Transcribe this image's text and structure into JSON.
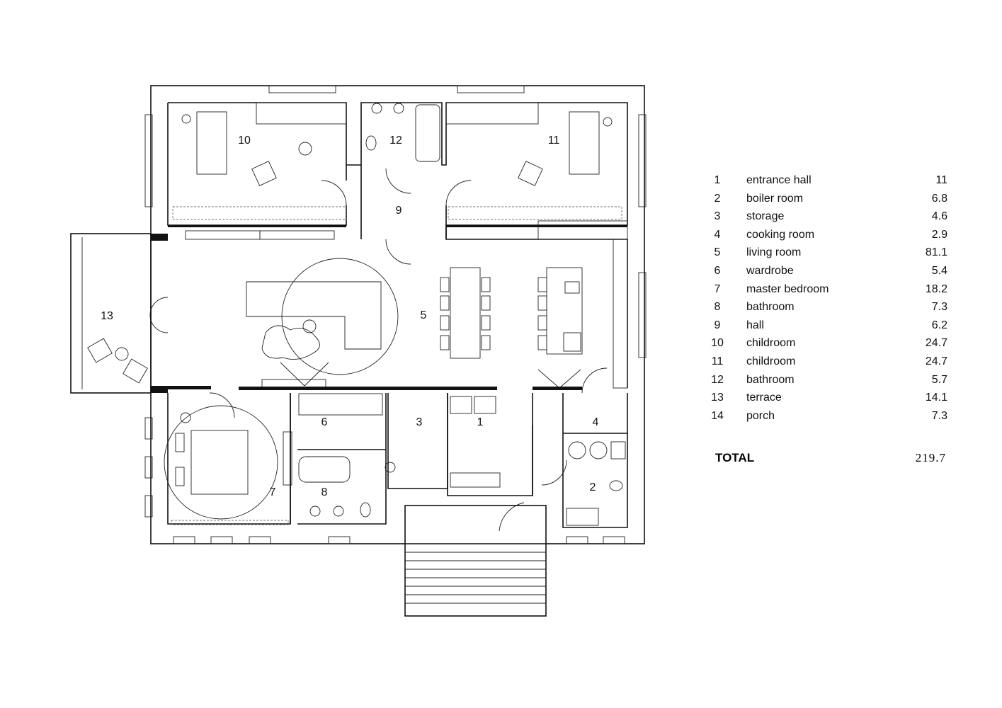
{
  "plan": {
    "labels": {
      "r1": "1",
      "r2": "2",
      "r3": "3",
      "r4": "4",
      "r5": "5",
      "r6": "6",
      "r7": "7",
      "r8": "8",
      "r9": "9",
      "r10": "10",
      "r11": "11",
      "r12": "12",
      "r13": "13"
    }
  },
  "legend": {
    "rows": [
      {
        "num": "1",
        "name": "entrance hall",
        "area": "11"
      },
      {
        "num": "2",
        "name": "boiler room",
        "area": "6.8"
      },
      {
        "num": "3",
        "name": "storage",
        "area": "4.6"
      },
      {
        "num": "4",
        "name": "cooking room",
        "area": "2.9"
      },
      {
        "num": "5",
        "name": "living room",
        "area": "81.1"
      },
      {
        "num": "6",
        "name": "wardrobe",
        "area": "5.4"
      },
      {
        "num": "7",
        "name": "master bedroom",
        "area": "18.2"
      },
      {
        "num": "8",
        "name": "bathroom",
        "area": "7.3"
      },
      {
        "num": "9",
        "name": "hall",
        "area": "6.2"
      },
      {
        "num": "10",
        "name": "childroom",
        "area": "24.7"
      },
      {
        "num": "11",
        "name": "childroom",
        "area": "24.7"
      },
      {
        "num": "12",
        "name": "bathroom",
        "area": "5.7"
      },
      {
        "num": "13",
        "name": "terrace",
        "area": "14.1"
      },
      {
        "num": "14",
        "name": "porch",
        "area": "7.3"
      }
    ],
    "total_label": "TOTAL",
    "total_value": "219.7"
  }
}
